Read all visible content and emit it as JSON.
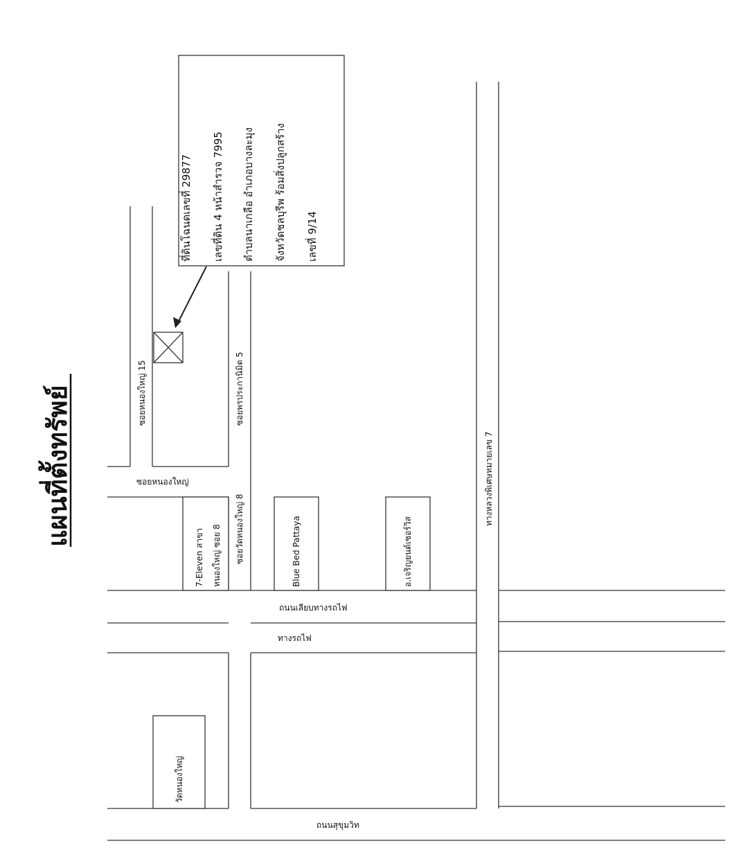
{
  "title": "แผนที่ตั้งทรัพย์",
  "callout": {
    "lines": [
      "ที่ดินโฉนดเลขที่ 29877",
      "เลขที่ดิน 4 หน้าสำรวจ 7995",
      "ตำบลนาเกลือ อำเภอบางละมุง",
      "จังหวัดชลบุรีพ ร้อมสิ่งปลูกสร้าง",
      "เลขที่ 9/14"
    ]
  },
  "labels": {
    "soi_nongyai_15": "ซอยหนองใหญ่ 15",
    "soi_pornprakanimit_5": "ซอยพรประกานิมิต 5",
    "soi_nongyai": "ซอยหนองใหญ่",
    "soi_watnongyai_8": "ซอยวัดหนองใหญ่ 8",
    "highway_7": "ทางหลวงพิเศษหมายเลข 7",
    "railway_side_road": "ถนนเลียบทางรถไฟ",
    "railway": "ทางรถไฟ",
    "sukhumvit_road": "ถนนสุขุมวิท"
  },
  "landmarks": {
    "seven_eleven_line1": "7-Eleven สาขา",
    "seven_eleven_line2": "หนองใหญ่ ซอย 8",
    "blue_bed": "Blue Bed Pattaya",
    "charoen_yont": "อ.เจริญยนต์เซอร์วิส",
    "wat_nongyai": "วัดหนองใหญ่"
  }
}
